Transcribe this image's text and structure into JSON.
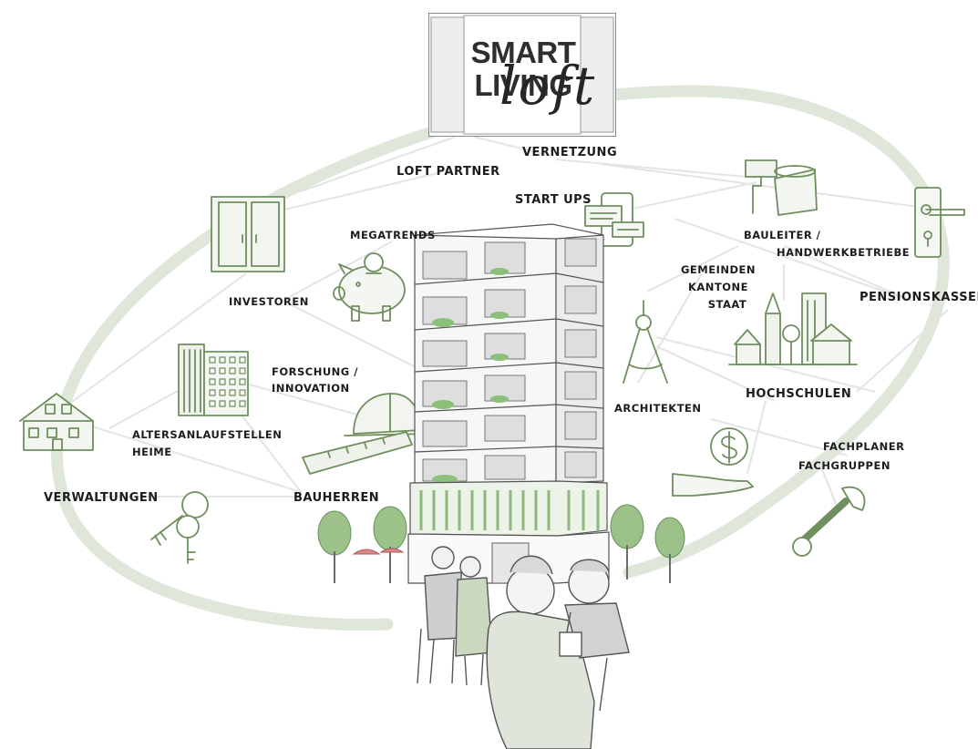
{
  "logo": {
    "main": "SMART LIVING",
    "script": "loft"
  },
  "nodes": {
    "vernetzung": "VERNETZUNG",
    "loft_partner": "LOFT PARTNER",
    "start_ups": "START UPS",
    "megatrends": "MEGATRENDS",
    "investoren": "INVESTOREN",
    "forschung": [
      "FORSCHUNG /",
      "INNOVATION"
    ],
    "altersanlaufstellen": [
      "ALTERSANLAUFSTELLEN",
      "HEIME"
    ],
    "verwaltungen": "VERWALTUNGEN",
    "bauherren": "BAUHERREN",
    "bauleiter": [
      "BAULEITER /",
      "HANDWERKBETRIEBE"
    ],
    "gemeinden": [
      "GEMEINDEN",
      "KANTONE",
      "STAAT"
    ],
    "pensionskassen": "PENSIONSKASSEN",
    "architekten": "ARCHITEKTEN",
    "hochschulen": "HOCHSCHULEN",
    "fachplaner": [
      "FACHPLANER",
      "FACHGRUPPEN"
    ]
  },
  "icons": [
    "door-icon",
    "piggy-bank-icon",
    "office-building-icon",
    "house-icon",
    "key-icon",
    "hard-hat-icon",
    "ruler-icon",
    "phone-chat-icon",
    "paint-roller-icon",
    "door-handle-icon",
    "town-icon",
    "compass-icon",
    "dollar-hand-icon",
    "wrench-icon"
  ],
  "colors": {
    "ring": "#dde6d8",
    "icon_green": "#6f8f5f",
    "line": "#e3e3e3",
    "plant": "#7fb06a"
  }
}
